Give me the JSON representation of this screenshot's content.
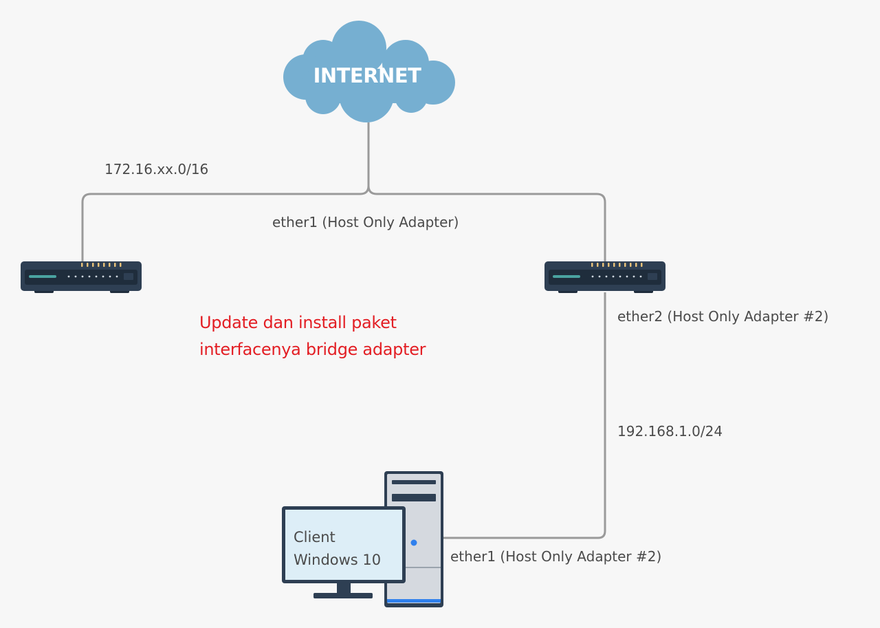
{
  "cloud": {
    "label": "INTERNET"
  },
  "links": {
    "isp_network": "172.16.xx.0/16",
    "router_ether1": "ether1 (Host Only Adapter)",
    "router_ether2": "ether2 (Host Only Adapter #2)",
    "lan_network": "192.168.1.0/24",
    "client_ether1": "ether1 (Host Only Adapter #2)"
  },
  "note": {
    "line1": "Update dan install paket",
    "line2": "interfacenya bridge adapter"
  },
  "client": {
    "line1": "Client",
    "line2": "Windows 10"
  },
  "colors": {
    "background": "#f7f7f7",
    "cloud": "#76afd1",
    "router_body": "#2e3f53",
    "router_panel": "#1f2d3c",
    "router_led": "#e8c27a",
    "link_line": "#9a9a9a",
    "note_text": "#e31e24",
    "label_text": "#4a4a4a",
    "screen_fill": "#ddeef7",
    "tower_fill": "#d5d9df",
    "power_led": "#2f80ed"
  }
}
